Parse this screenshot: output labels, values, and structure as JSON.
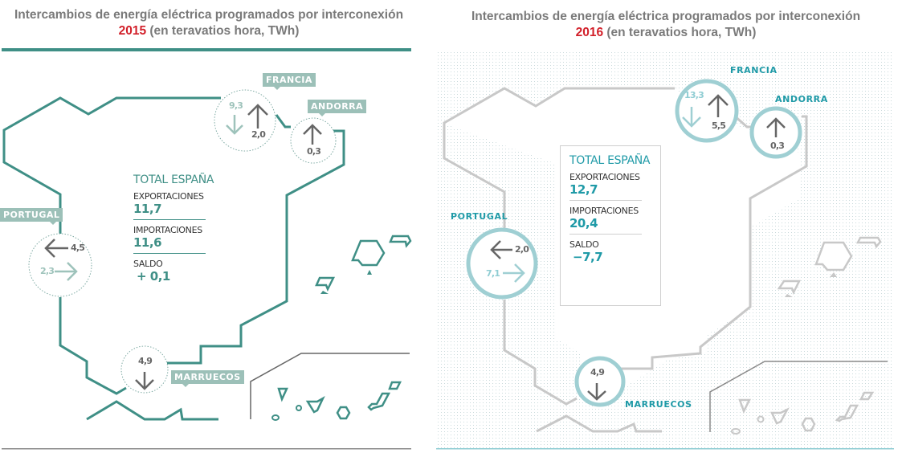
{
  "panels": [
    {
      "title_line1": "Intercambios de energía eléctrica programados por interconexión",
      "year": "2015",
      "title_line2_rest": "(en teravatios hora, TWh)",
      "total": {
        "heading": "TOTAL ESPAÑA",
        "exports_label": "EXPORTACIONES",
        "exports_value": "11,7",
        "imports_label": "IMPORTACIONES",
        "imports_value": "11,6",
        "balance_label": "SALDO",
        "balance_value": "+ 0,1"
      },
      "interconnections": {
        "francia": {
          "label": "FRANCIA",
          "import": "9,3",
          "export": "2,0"
        },
        "andorra": {
          "label": "ANDORRA",
          "export": "0,3"
        },
        "portugal": {
          "label": "PORTUGAL",
          "export": "4,5",
          "import": "2,3"
        },
        "marruecos": {
          "label": "MARRUECOS",
          "export": "4,9"
        }
      }
    },
    {
      "title_line1": "Intercambios de energía eléctrica programados por interconexión",
      "year": "2016",
      "title_line2_rest": "(en teravatios hora, TWh)",
      "total": {
        "heading": "TOTAL ESPAÑA",
        "exports_label": "EXPORTACIONES",
        "exports_value": "12,7",
        "imports_label": "IMPORTACIONES",
        "imports_value": "20,4",
        "balance_label": "SALDO",
        "balance_value": "−7,7"
      },
      "interconnections": {
        "francia": {
          "label": "FRANCIA",
          "import": "13,3",
          "export": "5,5"
        },
        "andorra": {
          "label": "ANDORRA",
          "export": "0,3"
        },
        "portugal": {
          "label": "PORTUGAL",
          "export": "2,0",
          "import": "7,1"
        },
        "marruecos": {
          "label": "MARRUECOS",
          "export": "4,9"
        }
      }
    }
  ],
  "colors": {
    "map_2015": "#3f8f86",
    "map_2016": "#c8c8c8",
    "accent_2016": "#1f9aa7",
    "circle_2016": "#9fcfd3",
    "year": "#d2202a",
    "title": "#7a7a7a"
  }
}
